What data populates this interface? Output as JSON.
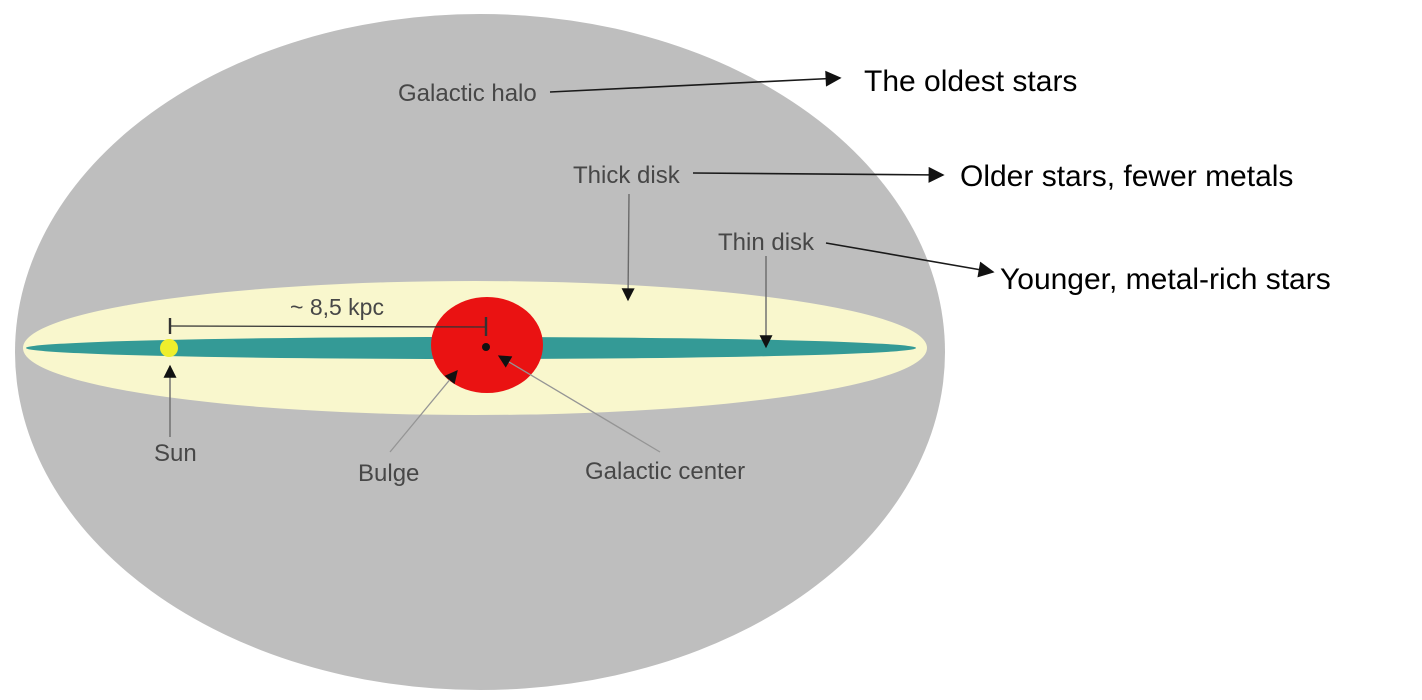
{
  "diagram": {
    "subject": "Milky Way galaxy structure (edge-on schematic)",
    "labels": {
      "galactic_halo": "Galactic halo",
      "thick_disk": "Thick disk",
      "thin_disk": "Thin disk",
      "distance": "~ 8,5 kpc",
      "sun": "Sun",
      "bulge": "Bulge",
      "galactic_center": "Galactic center"
    },
    "annotations": {
      "halo_note": "The oldest stars",
      "thick_disk_note": "Older stars, fewer metals",
      "thin_disk_note": "Younger, metal-rich stars"
    },
    "colors": {
      "background": "#ffffff",
      "halo": "#bebebe",
      "thick_disk": "#f9f7cd",
      "thin_disk": "#349a96",
      "bulge": "#ea1212",
      "sun": "#eeee2d",
      "galactic_center_dot": "#111111",
      "label_text": "#474747",
      "annotation_text": "#000000",
      "pointer_line": "#6a6a6a",
      "callout_line": "#959595",
      "annotation_line": "#1a1a1a",
      "measure_line": "#333333"
    }
  }
}
